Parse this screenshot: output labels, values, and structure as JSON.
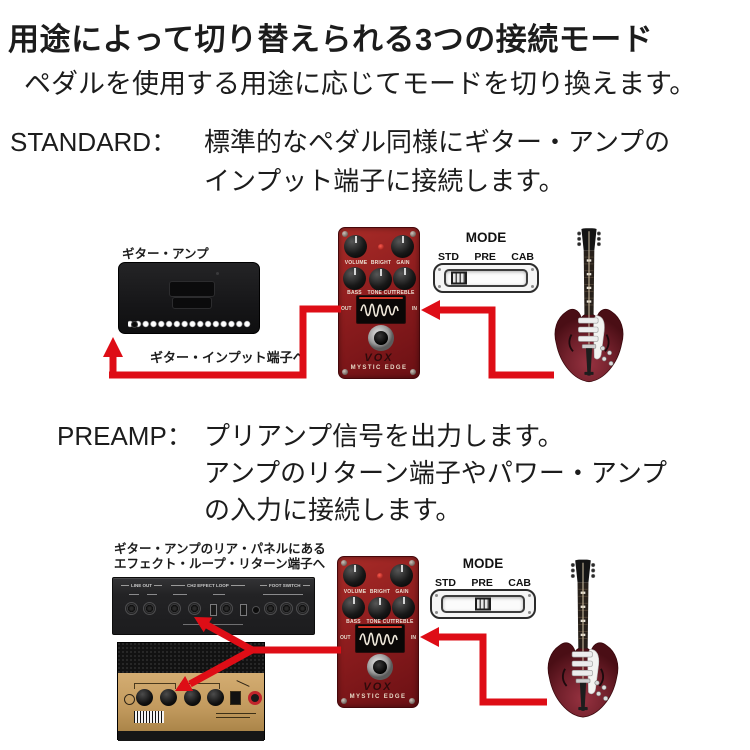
{
  "header": {
    "title": "用途によって切り替えられる3つの接続モード",
    "subtitle": "ペダルを使用する用途に応じてモードを切り換えます。"
  },
  "sections": {
    "standard": {
      "label": "STANDARD：",
      "desc1": "標準的なペダル同様にギター・アンプの",
      "desc2": "インプット端子に接続します。"
    },
    "preamp": {
      "label": "PREAMP：",
      "desc1": "プリアンプ信号を出力します。",
      "desc2": "アンプのリターン端子やパワー・アンプ",
      "desc3": "の入力に接続します。"
    }
  },
  "standard_diagram": {
    "amp_label": "ギター・アンプ",
    "jack_label": "ギター・インプット端子へ",
    "mode_selected": "STD"
  },
  "preamp_diagram": {
    "rear_label1": "ギター・アンプのリア・パネルにある",
    "rear_label2": "エフェクト・ループ・リターン端子へ",
    "rear_sections": [
      "LINE OUT",
      "CH2 EFFECT LOOP",
      "FOOT SWITCH"
    ],
    "mode_selected": "PRE"
  },
  "pedal": {
    "brand": "VOX",
    "model": "MYSTIC EDGE",
    "out": "OUT",
    "in": "IN",
    "knobs_top": [
      "VOLUME",
      "BRIGHT",
      "GAIN"
    ],
    "knobs_bottom": [
      "BASS",
      "TONE CUT",
      "TREBLE"
    ]
  },
  "mode_switch": {
    "title": "MODE",
    "options": [
      "STD",
      "PRE",
      "CAB"
    ]
  },
  "colors": {
    "cable": "#de0d16",
    "pedal_body": "#8e1d1e",
    "guitar_body": "#6e1c26"
  }
}
